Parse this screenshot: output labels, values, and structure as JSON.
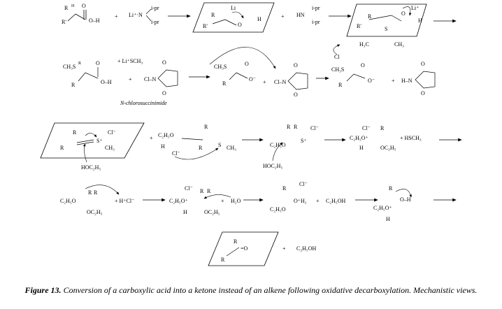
{
  "figure": {
    "caption_label": "Figure 13.",
    "caption_text": "Conversion of a carboxylic acid into a ketone instead of an alkene following oxidative decarboxylation. Mechanistic views."
  },
  "labels": {
    "nchloro": "N-chlorosuccinimide",
    "ipr": "i-pr",
    "R": "R",
    "Rp": "R'",
    "H": "H",
    "O": "O",
    "OH": "O–H",
    "Li": "Li",
    "LiN": "Li⁺·N",
    "HN": "HN",
    "Li_plus": "Li⁺",
    "LiSCH3": "+ Li⁺SCH₃",
    "S": "S",
    "H3C": "H₃C",
    "CH3": "CH₃",
    "CH3S": "CH₃S",
    "Cl": "Cl",
    "Cl_minus": "Cl⁻",
    "N": "N",
    "HN_imide": "H–N",
    "ClN": "Cl–N",
    "O_minus": "O⁻",
    "S_plus": "S⁺",
    "HOC2H5": "HOC₂H₅",
    "C2H5O": "C₂H₅O",
    "C2H5O_plus": "C₂H₅O⁺",
    "OC2H5": "OC₂H₅",
    "HSCH3": "+ HSCH₃",
    "HCl": "+ H⁺Cl⁻",
    "H2O": "H₂O",
    "O_plus_H2": "O⁺H₂",
    "C2H5OH": "C₂H₅OH",
    "O_eq": "=O",
    "plus": "+",
    "OH_frag": "O–H",
    "OminusH": "O–H"
  }
}
